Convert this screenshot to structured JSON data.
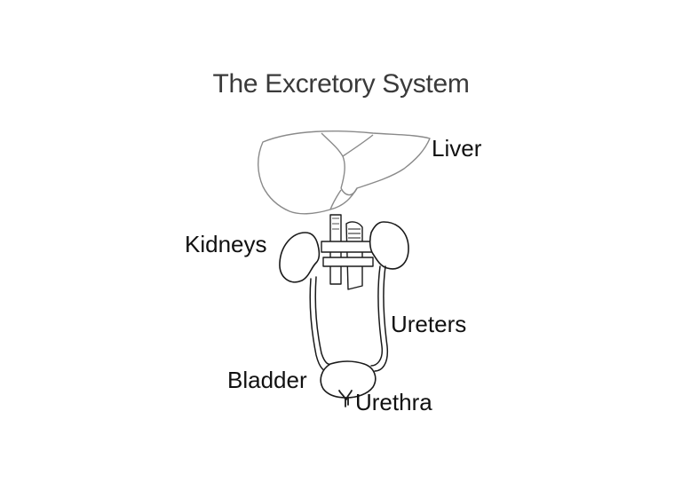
{
  "title": "The Excretory System",
  "labels": {
    "liver": "Liver",
    "kidneys": "Kidneys",
    "ureters": "Ureters",
    "bladder": "Bladder",
    "urethra": "Urethra"
  },
  "colors": {
    "background": "#ffffff",
    "title_text": "#3a3a3a",
    "label_text": "#111111",
    "liver_outline": "#8a8a8a",
    "organ_outline": "#1a1a1a"
  }
}
